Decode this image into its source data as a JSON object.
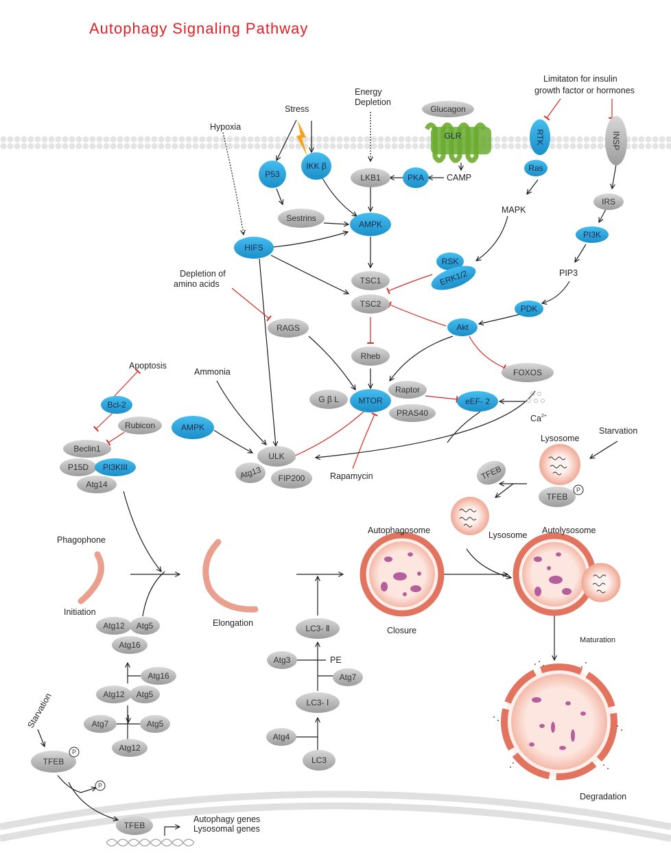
{
  "title": "Autophagy Signaling Pathway",
  "colors": {
    "gray_node": "#bdbdbd",
    "blue_node": "#2aa6df",
    "activation": "#1a1a1a",
    "inhibition": "#d7261f",
    "title": "#e31e24",
    "vesicle": "#e9a08f",
    "cargo": "#b45f9c"
  },
  "stimuli": {
    "stress": "Stress",
    "hypoxia": "Hypoxia",
    "energy_1": "Energy",
    "energy_2": "Depletion",
    "limit_1": "Limitaton for insulin",
    "limit_2": "growth factor or hormones",
    "amino_1": "Depletion of",
    "amino_2": "amino acids",
    "apoptosis": "Apoptosis",
    "ammonia": "Ammonia",
    "rapamycin": "Rapamycin",
    "starvation_top": "Starvation",
    "starvation_bottom": "Starvation"
  },
  "labels": {
    "camp": "CAMP",
    "mapk": "MAPK",
    "pip3": "PIP3",
    "calcium": "Ca",
    "calcium_sup": "2+",
    "pe": "PE",
    "phospho": "P",
    "autophagy_genes": "Autophagy genes",
    "lysosomal_genes": "Lysosomal genes"
  },
  "stages": {
    "phagophone": "Phagophone",
    "initiation": "Initiation",
    "elongation": "Elongation",
    "autophagosome": "Autophagosome",
    "closure": "Closure",
    "lysosome_top": "Lysosome",
    "lysosome_mid": "Lysosome",
    "autolysosome": "Autolysosome",
    "maturation": "Maturation",
    "degradation": "Degradation"
  },
  "nodes": {
    "glucagon": "Glucagon",
    "glr": "GLR",
    "rtk": "RTK",
    "ras": "Ras",
    "insp": "INSP",
    "irs": "IRS",
    "pi3k": "PI3K",
    "pdk": "PDK",
    "akt": "Akt",
    "foxos": "FOXOS",
    "p53": "P53",
    "ikkb": "IKK β",
    "lkb1": "LKB1",
    "pka": "PKA",
    "sestrins": "Sestrins",
    "ampk_top": "AMPK",
    "hifs": "HIFS",
    "tsc1": "TSC1",
    "tsc2": "TSC2",
    "rsk": "RSK",
    "erk": "ERK1/2",
    "rags": "RAGS",
    "rheb": "Rheb",
    "gbl": "G β L",
    "mtor": "MTOR",
    "raptor": "Raptor",
    "pras40": "PRAS40",
    "eef2": "eEF- 2",
    "bcl2": "Bcl-2",
    "rubicon": "Rubicon",
    "beclin1": "Beclin1",
    "p15d": "P15D",
    "pi3k3": "PI3KIII",
    "atg14": "Atg14",
    "ampk_left": "AMPK",
    "ulk": "ULK",
    "atg13": "Atg13",
    "fip200": "FIP200",
    "tfeb_top": "TFEB",
    "tfeb_p": "TFEB",
    "atg12_top": "Atg12",
    "atg5_top": "Atg5",
    "atg16_top": "Atg16",
    "atg16_mid": "Atg16",
    "atg12_mid": "Atg12",
    "atg5_mid": "Atg5",
    "atg7_left": "Atg7",
    "atg5_bot": "Atg5",
    "atg12_bot": "Atg12",
    "lc3_2": "LC3- Ⅱ",
    "atg3": "Atg3",
    "atg7_right": "Atg7",
    "lc3_1": "LC3- Ⅰ",
    "atg4": "Atg4",
    "lc3": "LC3",
    "tfeb_bl": "TFEB",
    "tfeb_nuc": "TFEB"
  }
}
